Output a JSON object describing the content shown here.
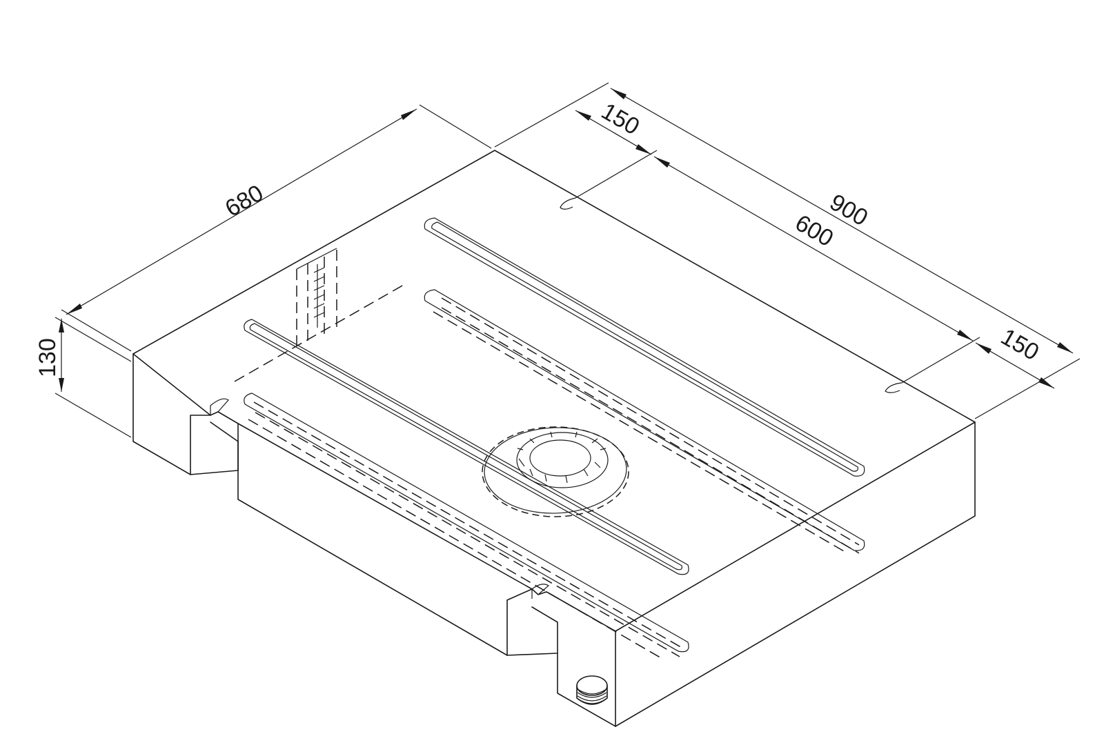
{
  "dimensions": {
    "overall_length": "900",
    "inner_length": "600",
    "end_offset_top": "150",
    "end_offset_bottom": "150",
    "width": "680",
    "height": "130"
  },
  "colors": {
    "line": "#1a1a1a",
    "background": "#ffffff"
  }
}
